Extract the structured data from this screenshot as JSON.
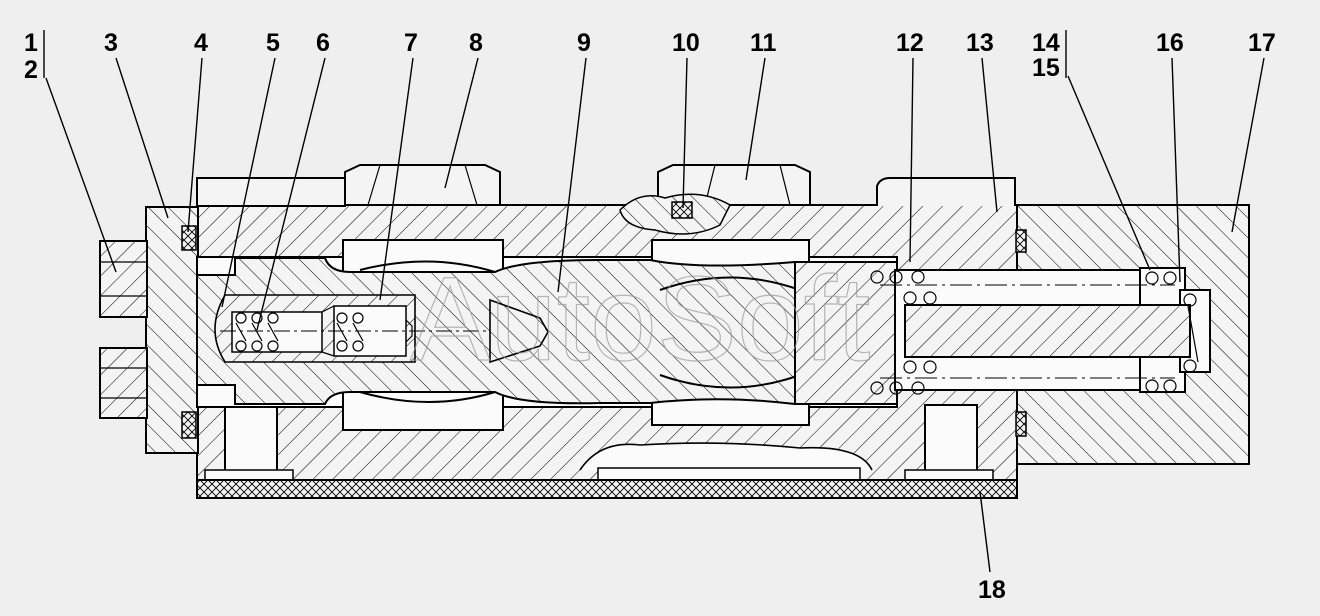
{
  "callouts": [
    {
      "id": "c1",
      "text": "1"
    },
    {
      "id": "c2",
      "text": "2"
    },
    {
      "id": "c3",
      "text": "3"
    },
    {
      "id": "c4",
      "text": "4"
    },
    {
      "id": "c5",
      "text": "5"
    },
    {
      "id": "c6",
      "text": "6"
    },
    {
      "id": "c7",
      "text": "7"
    },
    {
      "id": "c8",
      "text": "8"
    },
    {
      "id": "c9",
      "text": "9"
    },
    {
      "id": "c10",
      "text": "10"
    },
    {
      "id": "c11",
      "text": "11"
    },
    {
      "id": "c12",
      "text": "12"
    },
    {
      "id": "c13",
      "text": "13"
    },
    {
      "id": "c14",
      "text": "14"
    },
    {
      "id": "c15",
      "text": "15"
    },
    {
      "id": "c16",
      "text": "16"
    },
    {
      "id": "c17",
      "text": "17"
    },
    {
      "id": "c18",
      "text": "18"
    }
  ],
  "watermark": "AutoSoft",
  "colors": {
    "line": "#000000",
    "background": "#efefef",
    "watermark": "#9a9a9a"
  }
}
